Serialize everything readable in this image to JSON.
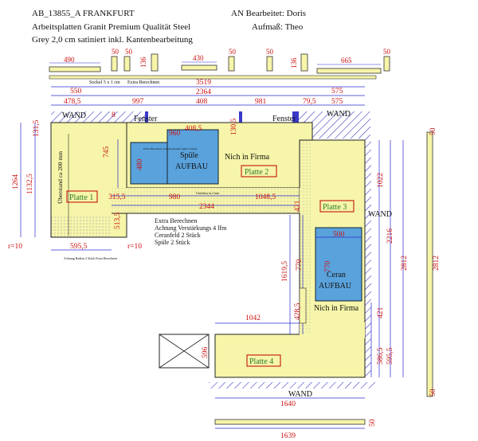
{
  "header": {
    "project": "AB_13855_A FRANKFURT",
    "material": "Arbeitsplatten Granit Premium Qualität Steel",
    "finish": "Grey 2,0 cm satiniert inkl. Kantenbearbeitung",
    "edited_by": "AN Bearbeitet: Doris",
    "measured_by": "Aufmaß: Theo"
  },
  "strips": {
    "s1": "490",
    "s2": "50",
    "s3": "50",
    "s4": "136",
    "s5": "430",
    "s6": "50",
    "s7": "50",
    "s8": "136",
    "s9": "665",
    "s10": "50",
    "sockel": "Sockel 5 x 1 cm",
    "extra_berechnen": "Extra Berechnen"
  },
  "dimensions": {
    "total_top": "3519",
    "left_550": "550",
    "right_575": "575",
    "d2364": "2364",
    "d4785": "478,5",
    "d997": "997",
    "d408": "408",
    "d981": "981",
    "d795": "79,5",
    "d575b": "575",
    "d8": "8",
    "d1264": "1264",
    "d11325": "1132,5",
    "d1315": "131,5",
    "d745": "745",
    "d480": "480",
    "d960": "960",
    "d4085": "408,5",
    "d1305": "130,5",
    "d3155": "315,5",
    "d980": "980",
    "d10485": "1048,5",
    "d2344": "2344",
    "d5135": "513,5",
    "d5955": "595,5",
    "r10a": "r=10",
    "r10b": "r=10",
    "d421": "421",
    "d16195": "1619,5",
    "d770a": "770",
    "d770b": "770",
    "d500": "500",
    "d1022": "1022",
    "d2216": "2216",
    "d2812a": "2812",
    "d2812b": "2812",
    "d4285": "428,5",
    "d421b": "421",
    "d1042": "1042",
    "d596": "596",
    "d5865": "586,5",
    "d5955b": "595,5",
    "d1640": "1640",
    "d1639": "1639",
    "d50r1": "50",
    "d50r2": "50",
    "d50b": "50"
  },
  "labels": {
    "wand_top_left": "WAND",
    "wand_top_right": "WAND",
    "wand_right": "WAND",
    "wand_bottom": "WAND",
    "fenster_left": "Fenster",
    "fenster_right": "Fenster",
    "spuele": "Spüle",
    "aufbau_spuele": "AUFBAU",
    "nich_firma_top": "Nich in Firma",
    "nich_firma_bottom": "Nich in Firma",
    "ceran": "Ceran",
    "aufbau_ceran": "AUFBAU",
    "ueberstand": "Überstand ca 200 mm",
    "extra_block": "Extra Berechnen",
    "extra_line1": "Achtung Verstärkungs 4 lfm",
    "extra_line2": "Ceranfeld 2 Stück",
    "extra_line3": "Spüle 2 Stück",
    "unterbau": "Unterbau in 2 mm",
    "small_note": "Achtung Radien 2 Stück Extra Berechnen",
    "sink_note": "Extra Berechnen Achtung Radien Spüle 2 Stück"
  },
  "plates": {
    "p1": "Platte 1",
    "p2": "Platte 2",
    "p3": "Platte 3",
    "p4": "Platte 4"
  },
  "colors": {
    "countertop": "#f6f5a9",
    "dim": "#cc1111",
    "dimline": "#2b2bd0",
    "sink": "#5aa2dc",
    "wall_hatch": "#3a3ac8",
    "plate_border": "#c00000",
    "plate_text": "#2a7a2a"
  }
}
